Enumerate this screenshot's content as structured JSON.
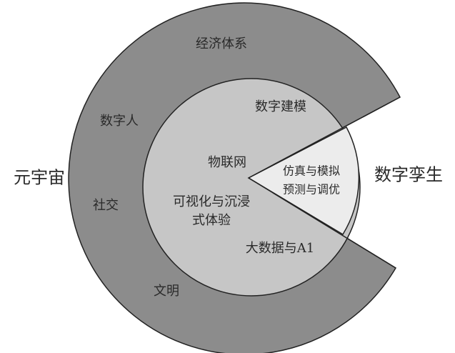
{
  "colors": {
    "outer_ring": "#8c8c8c",
    "inner_circle": "#c6c6c6",
    "wedge": "#ececec",
    "stroke": "#222222"
  },
  "labels": {
    "metaverse": "元宇宙",
    "digital_twin": "数字孪生",
    "outer": {
      "economy": "经济体系",
      "digital_human": "数字人",
      "social": "社交",
      "civilization": "文明"
    },
    "inner": {
      "digital_modeling": "数字建模",
      "iot": "物联网",
      "visualization_line1": "可视化与沉浸",
      "visualization_line2": "式体验",
      "bigdata_ai": "大数据与A1"
    },
    "wedge": {
      "line1": "仿真与模拟",
      "line2": "预测与调优"
    }
  }
}
